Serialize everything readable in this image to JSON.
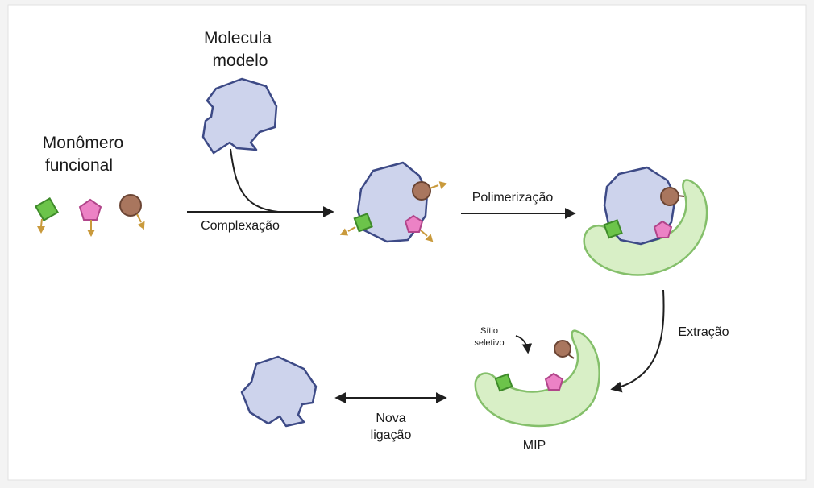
{
  "labels": {
    "template_molecule_line1": "Molecula",
    "template_molecule_line2": "modelo",
    "functional_monomer_line1": "Monômero",
    "functional_monomer_line2": "funcional",
    "complexation": "Complexação",
    "polymerization": "Polimerização",
    "extraction": "Extração",
    "selective_site_line1": "Sítio",
    "selective_site_line2": "seletivo",
    "new_binding_line1": "Nova",
    "new_binding_line2": "ligação",
    "mip": "MIP"
  },
  "colors": {
    "background": "#f3f3f3",
    "panel": "#ffffff",
    "template_fill": "#cdd3ec",
    "template_stroke": "#3d4a86",
    "polymer_fill": "#d8efc6",
    "polymer_stroke": "#84bf6a",
    "square_monomer": "#6cc44a",
    "pentagon_monomer": "#ec82c5",
    "circle_monomer": "#a9765e",
    "arrow": "#1f1f1f",
    "linker": "#c99a3c"
  },
  "icons": [
    "template-molecule-icon",
    "square-monomer-icon",
    "pentagon-monomer-icon",
    "circle-monomer-icon",
    "polymer-matrix-icon"
  ]
}
